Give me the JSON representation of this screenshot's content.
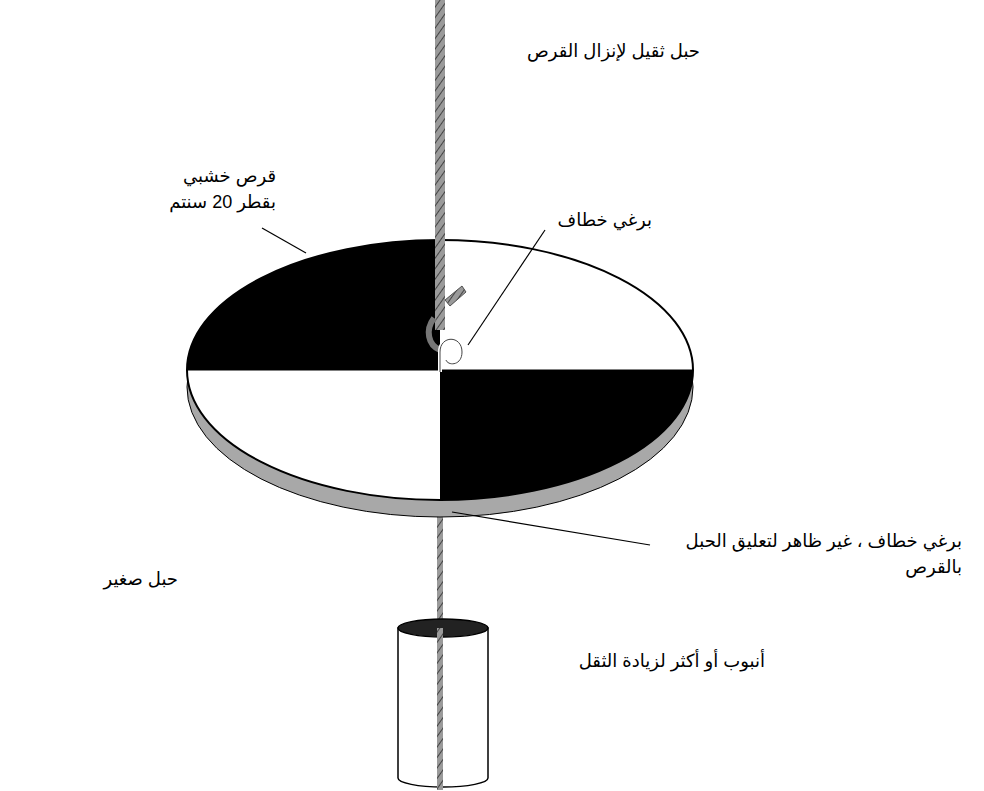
{
  "diagram": {
    "labels": [
      "حبل ثقيل لإنزال القرص",
      "قرص خشبي بقطر 20 سنتم",
      "برغي خطاف",
      "برغي خطاف ، غير ظاهر لتعليق الحبل بالقرص",
      "حبل صغير",
      "أنبوب أو أكثر لزيادة الثقل"
    ]
  }
}
